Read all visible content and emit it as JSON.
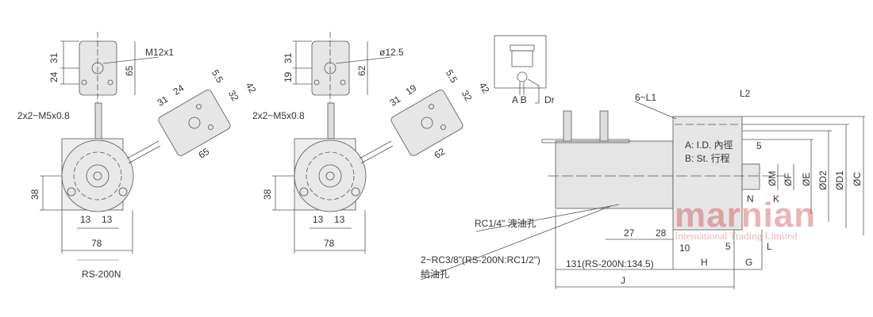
{
  "view_rs200": {
    "top_plate": {
      "dim_a": "31",
      "dim_b": "24",
      "height": "65",
      "thread": "M12x1"
    },
    "side_plate": {
      "dim_a": "31",
      "dim_b": "24",
      "dim_c": "5.5",
      "dim_d": "32",
      "dim_e": "42",
      "width": "65"
    },
    "mount_screws": "2x2~M5x0.8",
    "center_height": "38",
    "offset_left": "13",
    "offset_right": "13",
    "width": "78",
    "model_label": "RS-200N"
  },
  "view_rs150": {
    "top_plate": {
      "dim_a": "31",
      "dim_b": "19",
      "height": "62",
      "hole": "ø12.5"
    },
    "side_plate": {
      "dim_a": "31",
      "dim_b": "19",
      "dim_c": "5.5",
      "dim_d": "32",
      "dim_e": "42",
      "width": "62"
    },
    "mount_screws": "2x2~M5x0.8",
    "center_height": "38",
    "offset_left": "13",
    "offset_right": "13",
    "width": "78"
  },
  "schematic": {
    "port_a_b": "A  B",
    "drain": "Dr"
  },
  "section_view": {
    "bolts": "6~L1",
    "l2": "L2",
    "note_a": "A: I.D. 內徑",
    "note_b": "B: St.  行程",
    "dim_5_top": "5",
    "diameters": [
      "ØM",
      "ØF",
      "ØE",
      "ØD2",
      "ØD1",
      "ØC"
    ],
    "n": "N",
    "k": "K",
    "drain_port": "RC1/4\" 洩油孔",
    "dim_27": "27",
    "dim_28": "28",
    "dim_10": "10",
    "dim_5_bottom": "5",
    "l": "L",
    "h": "H",
    "g": "G",
    "length_131": "131(RS-200N:134.5)",
    "supply_port": "2~RC3/8\"(RS-200N:RC1/2\")",
    "supply_port_cn": "給油孔",
    "j": "J"
  },
  "watermark": {
    "brand": "marnian",
    "sub": "International Trading Limited"
  }
}
